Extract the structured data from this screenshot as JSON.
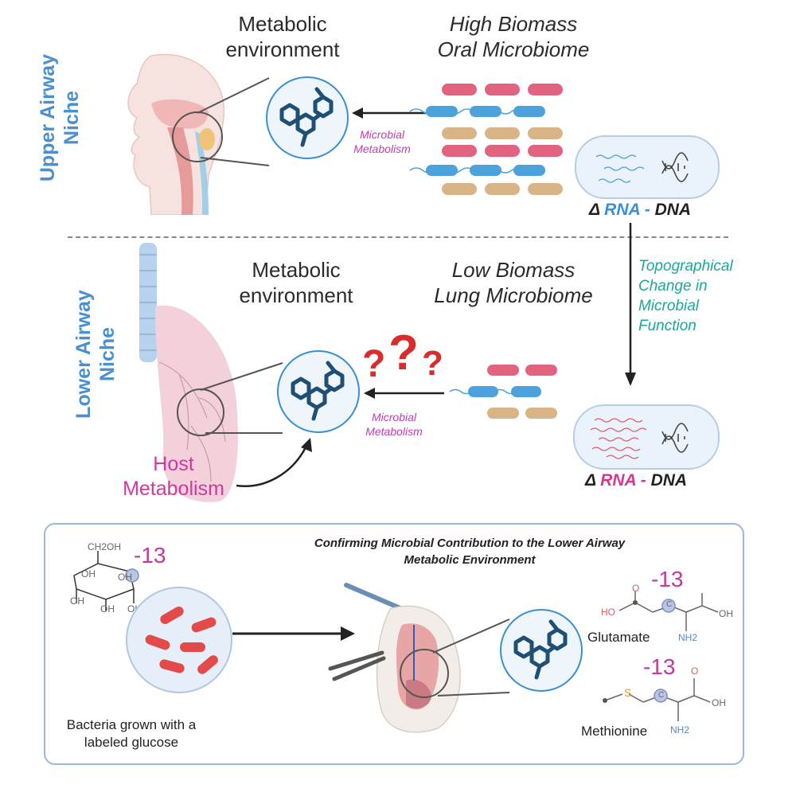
{
  "upper": {
    "niche_label": [
      "Upper Airway",
      "Niche"
    ],
    "metabolic_env": [
      "Metabolic",
      "environment"
    ],
    "biomass": [
      "High Biomass",
      "Oral Microbiome"
    ],
    "microbial_metabolism": [
      "Microbial",
      "Metabolism"
    ],
    "delta": {
      "symbol": "Δ",
      "rna": "RNA",
      "sep": " - ",
      "dna": "DNA",
      "rna_color": "#3b8fd6"
    }
  },
  "lower": {
    "niche_label": [
      "Lower Airway",
      "Niche"
    ],
    "metabolic_env": [
      "Metabolic",
      "environment"
    ],
    "biomass": [
      "Low Biomass",
      "Lung Microbiome"
    ],
    "microbial_metabolism": [
      "Microbial",
      "Metabolism"
    ],
    "host_metabolism": [
      "Host",
      "Metabolism"
    ],
    "question_marks": [
      "?",
      "?",
      "?"
    ],
    "delta": {
      "symbol": "Δ",
      "rna": "RNA",
      "sep": " - ",
      "dna": "DNA",
      "rna_color": "#d6388f"
    }
  },
  "topographical": [
    "Topographical",
    "Change in",
    "Microbial",
    "Function"
  ],
  "confirm_panel": {
    "title": [
      "Confirming Microbial Contribution to the Lower Airway",
      "Metabolic Environment"
    ],
    "glucose_label": "-13",
    "glucose_group": "CH2OH",
    "glucose_oh": [
      "OH",
      "OH",
      "OH",
      "OH",
      "OH"
    ],
    "bacteria_caption": [
      "Bacteria grown with a",
      "labeled glucose"
    ],
    "glutamate": {
      "label": "-13",
      "name": "Glutamate",
      "ho": "HO",
      "oh": "OH",
      "nh2": "NH2",
      "o": "O",
      "c": "C"
    },
    "methionine": {
      "label": "-13",
      "name": "Methionine",
      "s": "S",
      "oh": "OH",
      "nh2": "NH2",
      "o": "O",
      "c": "C"
    }
  },
  "colors": {
    "blue": "#4a90d0",
    "magenta": "#d1399f",
    "teal": "#1aa89a",
    "bact_red": "#e2637f",
    "bact_tan": "#d8b487",
    "bact_blue": "#4ca3dc"
  }
}
